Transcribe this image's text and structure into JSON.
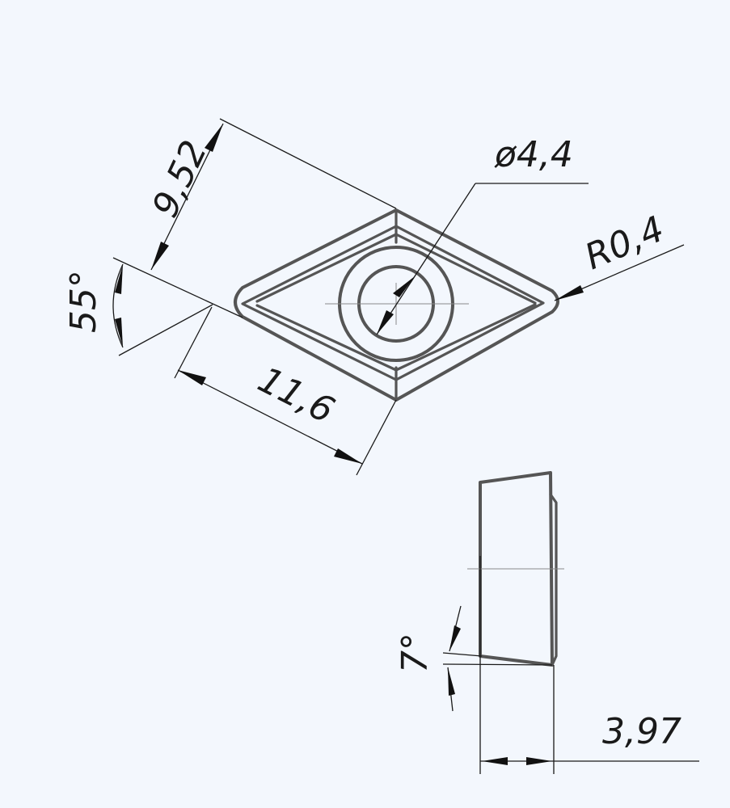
{
  "dimensions": {
    "side_width": "9,52",
    "hole_diameter": "ø4,4",
    "corner_radius": "R0,4",
    "corner_angle": "55°",
    "length": "11,6",
    "clearance_angle": "7°",
    "thickness": "3,97"
  },
  "colors": {
    "background": "#f3f7fd",
    "outline": "#555555",
    "dimension_lines": "#1a1a1a"
  }
}
